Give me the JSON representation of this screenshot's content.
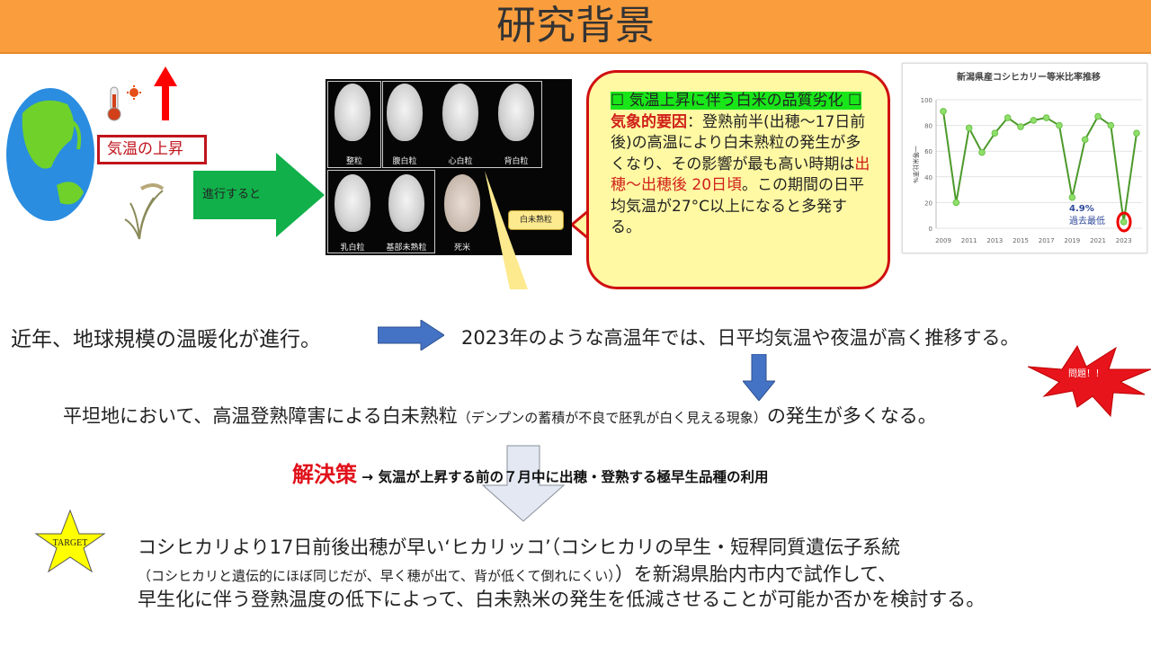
{
  "title": "研究背景",
  "left_panel": {
    "rise_label": "気温の上昇",
    "arrow_label": "進行すると"
  },
  "photo": {
    "labels": [
      "整粒",
      "腹白粒",
      "心白粒",
      "背白粒",
      "乳白粒",
      "基部未熟粒",
      "死米"
    ],
    "callout": "白未熟粒"
  },
  "bubble": {
    "heading": "☐ 気温上昇に伴う白米の品質劣化 ☐",
    "cause_label": "気象的要因",
    "text1": "：登熟前半(出穂～17日前後)の高温により白未熟粒の発生が多くなり、その影響が最も高い時期は",
    "highlight": "出穂～出穂後 20日頃",
    "text2": "。この期間の日平均気温が27°C以上になると多発する。"
  },
  "chart_data": {
    "type": "line",
    "title": "新潟県産コシヒカリー等米比率推移",
    "ylabel": "一等米比率%",
    "xlabel": "",
    "x": [
      2009,
      2010,
      2011,
      2012,
      2013,
      2014,
      2015,
      2016,
      2017,
      2018,
      2019,
      2020,
      2021,
      2022,
      2023,
      2024
    ],
    "values": [
      91,
      20,
      78,
      59,
      74,
      86,
      79,
      84,
      86,
      80,
      24,
      69,
      87,
      80,
      4.9,
      74
    ],
    "xticks": [
      "2009",
      "2011",
      "2013",
      "2015",
      "2017",
      "2019",
      "2021",
      "2023"
    ],
    "yticks": [
      "0",
      "20",
      "40",
      "60",
      "80",
      "100"
    ],
    "ylim": [
      0,
      100
    ],
    "grid": true,
    "annotation": {
      "value": "4.9%",
      "label": "過去最低"
    },
    "color": "#4c9a2a"
  },
  "flow": {
    "line1": "近年、地球規模の温暖化が進行。",
    "line2": "2023年のような高温年では、日平均気温や夜温が高く推移する。",
    "burst": "問題！！",
    "line3a": "平坦地において、高温登熟障害による白未熟粒",
    "line3b": "（デンプンの蓄積が不良で胚乳が白く見える現象）",
    "line3c": "の発生が多くなる。"
  },
  "solution": {
    "label": "解決策",
    "text": "→ 気温が上昇する前の７月中に出穂・登熟する極早生品種の利用"
  },
  "target": {
    "star": "TARGET",
    "line1": "コシヒカリより17日前後出穂が早い‘ヒカリッコ’（コシヒカリの早生・短稈同質遺伝子系統",
    "line2a": "（コシヒカリと遺伝的にほぼ同じだが、早く穂が出て、背が低くて倒れにくい）",
    "line2b": "）を新潟県胎内市内で試作して、",
    "line3": "早生化に伴う登熟温度の低下によって、白未熟米の発生を低減させることが可能か否かを検討する。"
  }
}
